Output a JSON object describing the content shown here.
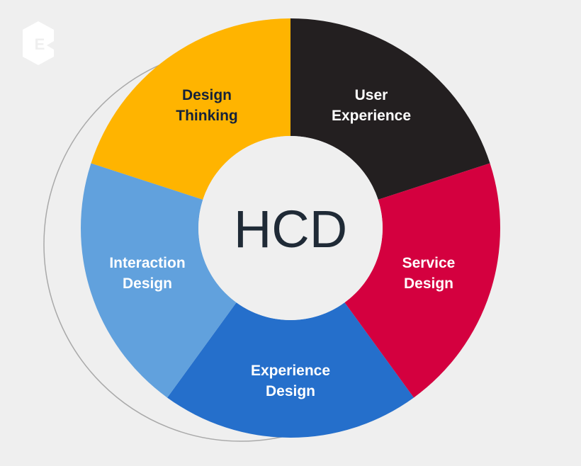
{
  "logo": {
    "letter": "E"
  },
  "center": {
    "label": "HCD",
    "color": "#1f2a36"
  },
  "segments": [
    {
      "lines": [
        "User",
        "Experience"
      ],
      "color": "#231f20",
      "text_color": "#ffffff"
    },
    {
      "lines": [
        "Service",
        "Design"
      ],
      "color": "#d4003f",
      "text_color": "#ffffff"
    },
    {
      "lines": [
        "Experience",
        "Design"
      ],
      "color": "#256fcb",
      "text_color": "#ffffff"
    },
    {
      "lines": [
        "Interaction",
        "Design"
      ],
      "color": "#61a1dd",
      "text_color": "#ffffff"
    },
    {
      "lines": [
        "Design",
        "Thinking"
      ],
      "color": "#ffb400",
      "text_color": "#14223a"
    }
  ],
  "colors": {
    "background": "#efefef",
    "hub": "#efefef",
    "outline_circle": "#a9a9a9"
  }
}
